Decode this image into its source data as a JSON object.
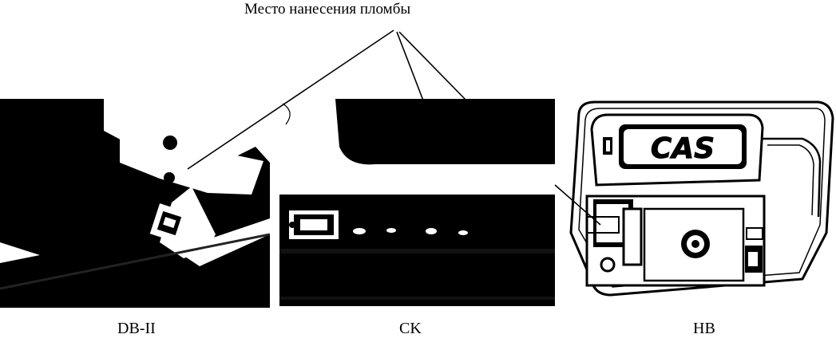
{
  "header": {
    "label": "Место нанесения пломбы"
  },
  "photos": [
    {
      "caption": "DB-II"
    },
    {
      "caption": "CK"
    },
    {
      "caption": "HB",
      "brand": "CAS"
    }
  ],
  "colors": {
    "ink": "#000000",
    "paper": "#ffffff"
  }
}
